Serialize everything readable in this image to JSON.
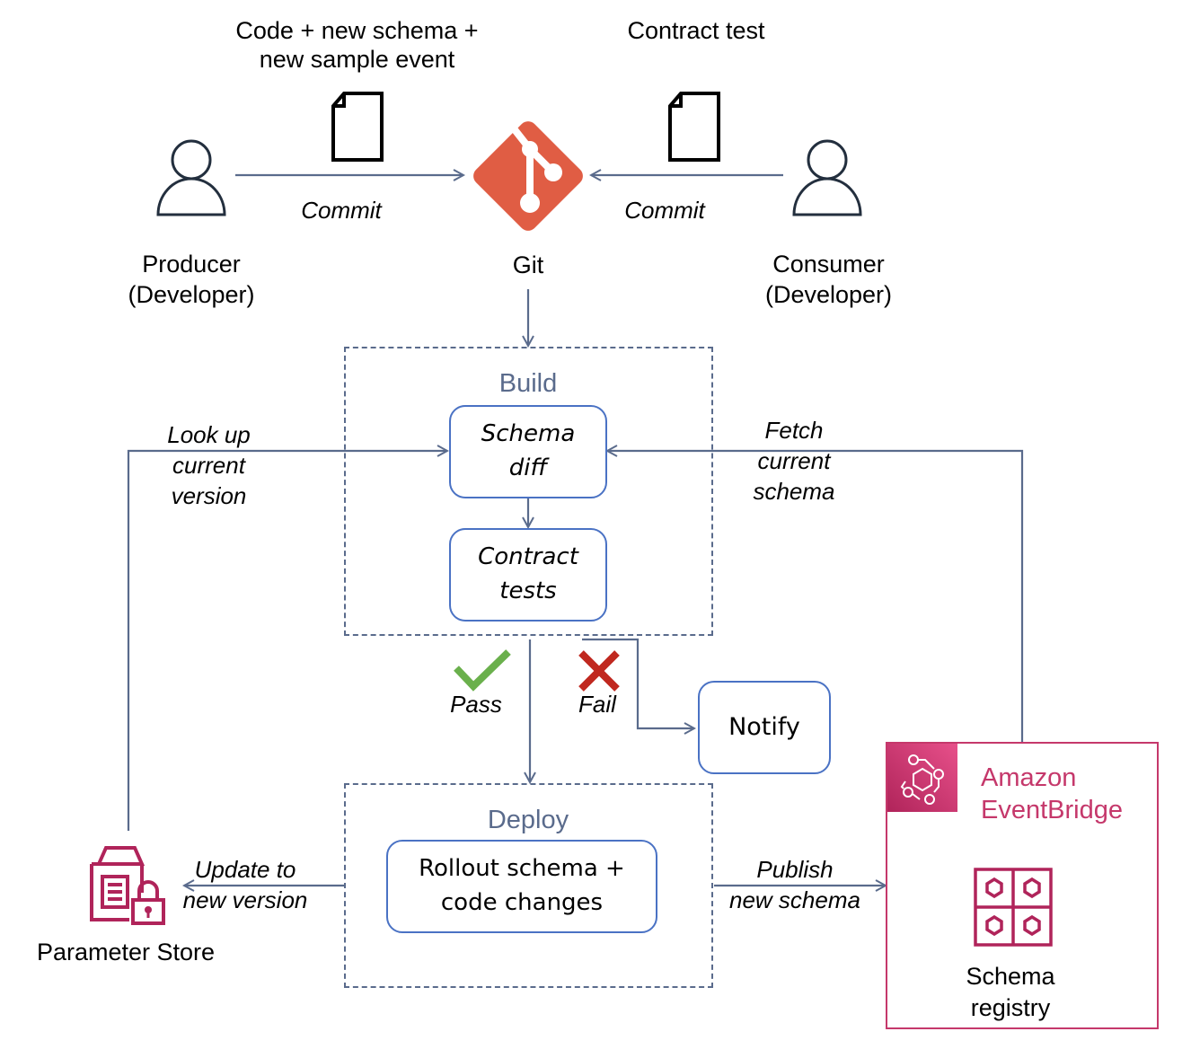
{
  "producer": {
    "label": "Producer\n(Developer)",
    "artifact_label": "Code + new schema +\nnew sample event",
    "edge_label": "Commit"
  },
  "consumer": {
    "label": "Consumer\n(Developer)",
    "artifact_label": "Contract test",
    "edge_label": "Commit"
  },
  "git": {
    "label": "Git",
    "color": "#e05d44"
  },
  "build": {
    "title": "Build",
    "schema_diff": "Schema\ndiff",
    "contract_tests": "Contract\ntests"
  },
  "lookup_label": "Look up\ncurrent\nversion",
  "fetch_label": "Fetch\ncurrent\nschema",
  "pass_label": "Pass",
  "fail_label": "Fail",
  "notify_label": "Notify",
  "deploy": {
    "title": "Deploy",
    "rollout": "Rollout schema +\ncode changes"
  },
  "update_label": "Update to\nnew version",
  "publish_label": "Publish\nnew schema",
  "parameter_store": {
    "label": "Parameter Store"
  },
  "eventbridge": {
    "title": "Amazon\nEventBridge",
    "registry_label": "Schema\nregistry",
    "color": "#c5386b"
  },
  "colors": {
    "line": "#5a6b8c",
    "node_border": "#4a72c4",
    "pass": "#6ab04c",
    "fail": "#c0281f"
  }
}
